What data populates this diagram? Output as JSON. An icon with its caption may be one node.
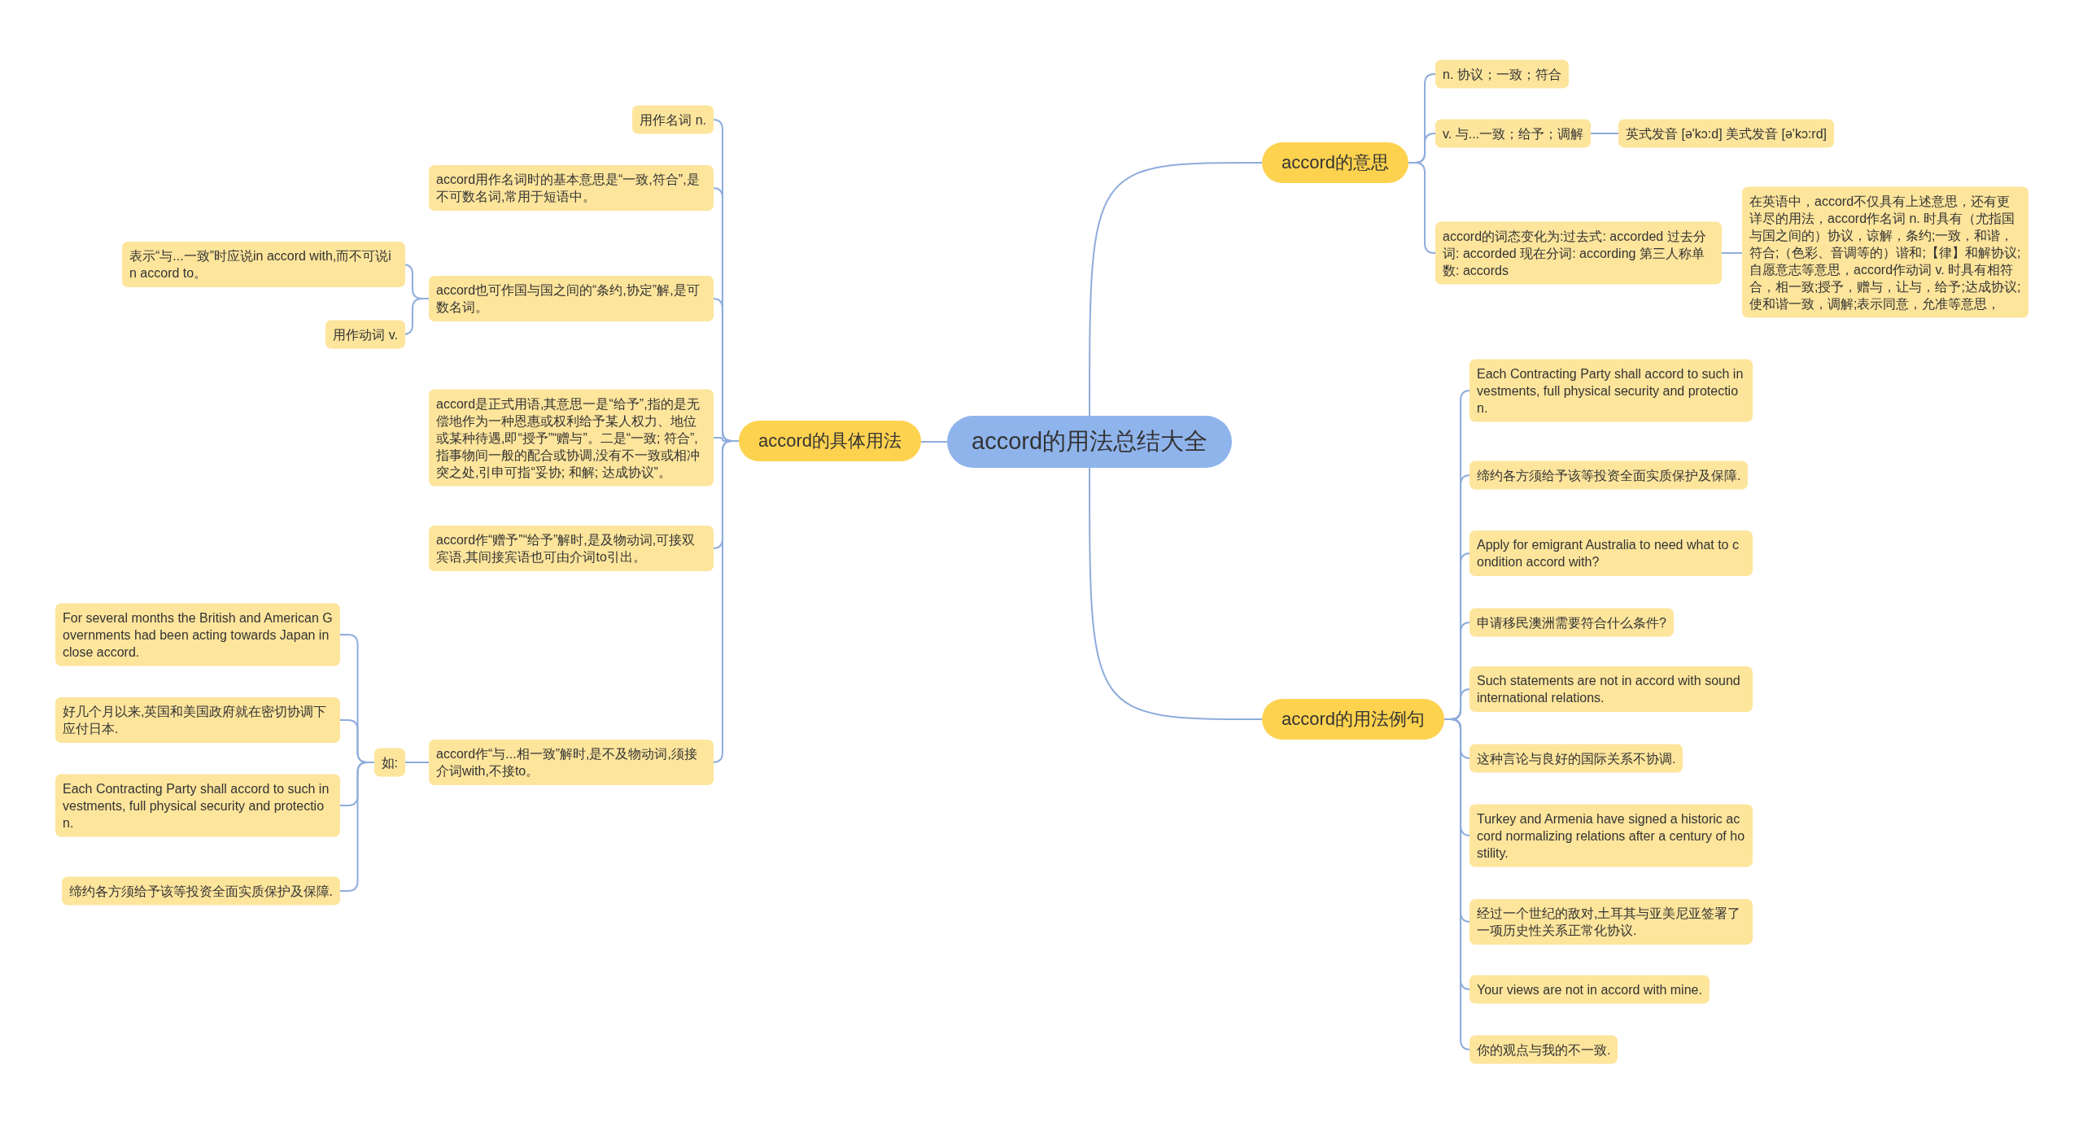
{
  "diagram": {
    "nodes": [
      {
        "text": [
          "accord的用法总结大全"
        ]
      },
      {
        "text": [
          "accord的意思"
        ]
      },
      {
        "text": [
          "n. 协议；一致；符合"
        ]
      },
      {
        "text": [
          "v. 与...一致；给予；调解"
        ]
      },
      {
        "text": [
          "英式发音 [ə'kɔ:d] 美式发音 [ə'kɔ:rd]"
        ]
      },
      {
        "text": [
          "accord的词态变化为:过去式: accorded 过去分词: accorded 现在分词: according 第三人称单数: accords"
        ]
      },
      {
        "text": [
          "在英语中，accord不仅具有上述意思，还有更详尽的用法，accord作名词 n. 时具有（尤指国与国之间的）协议，谅解，条约;一致，和谐，符合;（色彩、音调等的）谐和;【律】和解协议;自愿意志等意思，accord作动词 v. 时具有相符合，相一致;授予，赠与，让与，给予;达成协议;使和谐一致，调解;表示同意，允准等意思，"
        ]
      },
      {
        "text": [
          "accord的用法例句"
        ]
      },
      {
        "text": [
          "Each Contracting Party shall accord to such investments, full physical security and protection."
        ]
      },
      {
        "text": [
          "缔约各方须给予该等投资全面实质保护及保障."
        ]
      },
      {
        "text": [
          "Apply for emigrant Australia to need what to condition accord with?"
        ]
      },
      {
        "text": [
          "申请移民澳洲需要符合什么条件?"
        ]
      },
      {
        "text": [
          "Such statements are not in accord with sound international relations."
        ]
      },
      {
        "text": [
          "这种言论与良好的国际关系不协调."
        ]
      },
      {
        "text": [
          "Turkey and Armenia have signed a historic accord normalizing relations after a century of hostility."
        ]
      },
      {
        "text": [
          "经过一个世纪的敌对,土耳其与亚美尼亚签署了一项历史性关系正常化协议."
        ]
      },
      {
        "text": [
          "Your views are not in accord with mine."
        ]
      },
      {
        "text": [
          "你的观点与我的不一致."
        ]
      },
      {
        "text": [
          "accord的具体用法"
        ]
      },
      {
        "text": [
          "用作名词 n."
        ]
      },
      {
        "text": [
          "accord用作名词时的基本意思是“一致,符合”,是不可数名词,常用于短语中。"
        ]
      },
      {
        "text": [
          "accord也可作国与国之间的“条约,协定”解,是可数名词。"
        ]
      },
      {
        "text": [
          "表示“与...一致”时应说in accord with,而不可说in accord to。"
        ]
      },
      {
        "text": [
          "用作动词 v."
        ]
      },
      {
        "text": [
          "accord是正式用语,其意思一是“给予”,指的是无偿地作为一种恩惠或权利给予某人权力、地位或某种待遇,即“授予”“赠与”。二是“一致; 符合”,指事物间一般的配合或协调,没有不一致或相冲突之处,引申可指“妥协; 和解; 达成协议”。"
        ]
      },
      {
        "text": [
          "accord作“赠予”“给予”解时,是及物动词,可接双宾语,其间接宾语也可由介词to引出。"
        ]
      },
      {
        "text": [
          "accord作“与...相一致”解时,是不及物动词,须接介词with,不接to。"
        ]
      },
      {
        "text": [
          "如:"
        ]
      },
      {
        "text": [
          "For several months the British and American Governments had been acting towards Japan in close accord."
        ]
      },
      {
        "text": [
          "好几个月以来,英国和美国政府就在密切协调下应付日本."
        ]
      },
      {
        "text": [
          "Each Contracting Party shall accord to such investments, full physical security and protection."
        ]
      },
      {
        "text": [
          "缔约各方须给予该等投资全面实质保护及保障."
        ]
      }
    ],
    "edges": [
      {
        "from": 0,
        "to": 1,
        "arrow": "none"
      },
      {
        "from": 1,
        "to": 2,
        "arrow": "none"
      },
      {
        "from": 1,
        "to": 3,
        "arrow": "none"
      },
      {
        "from": 3,
        "to": 4,
        "arrow": "none"
      },
      {
        "from": 1,
        "to": 5,
        "arrow": "none"
      },
      {
        "from": 5,
        "to": 6,
        "arrow": "none"
      },
      {
        "from": 0,
        "to": 7,
        "arrow": "none"
      },
      {
        "from": 7,
        "to": 8,
        "arrow": "none"
      },
      {
        "from": 7,
        "to": 9,
        "arrow": "none"
      },
      {
        "from": 7,
        "to": 10,
        "arrow": "none"
      },
      {
        "from": 7,
        "to": 11,
        "arrow": "none"
      },
      {
        "from": 7,
        "to": 12,
        "arrow": "none"
      },
      {
        "from": 7,
        "to": 13,
        "arrow": "none"
      },
      {
        "from": 7,
        "to": 14,
        "arrow": "none"
      },
      {
        "from": 7,
        "to": 15,
        "arrow": "none"
      },
      {
        "from": 7,
        "to": 16,
        "arrow": "none"
      },
      {
        "from": 7,
        "to": 17,
        "arrow": "none"
      },
      {
        "from": 0,
        "to": 18,
        "arrow": "none"
      },
      {
        "from": 18,
        "to": 19,
        "arrow": "none"
      },
      {
        "from": 18,
        "to": 20,
        "arrow": "none"
      },
      {
        "from": 18,
        "to": 21,
        "arrow": "none"
      },
      {
        "from": 21,
        "to": 22,
        "arrow": "none"
      },
      {
        "from": 21,
        "to": 23,
        "arrow": "none"
      },
      {
        "from": 18,
        "to": 24,
        "arrow": "none"
      },
      {
        "from": 18,
        "to": 25,
        "arrow": "none"
      },
      {
        "from": 18,
        "to": 26,
        "arrow": "none"
      },
      {
        "from": 26,
        "to": 27,
        "arrow": "none"
      },
      {
        "from": 27,
        "to": 28,
        "arrow": "none"
      },
      {
        "from": 27,
        "to": 29,
        "arrow": "none"
      },
      {
        "from": 27,
        "to": 30,
        "arrow": "none"
      },
      {
        "from": 27,
        "to": 31,
        "arrow": "none"
      }
    ]
  }
}
